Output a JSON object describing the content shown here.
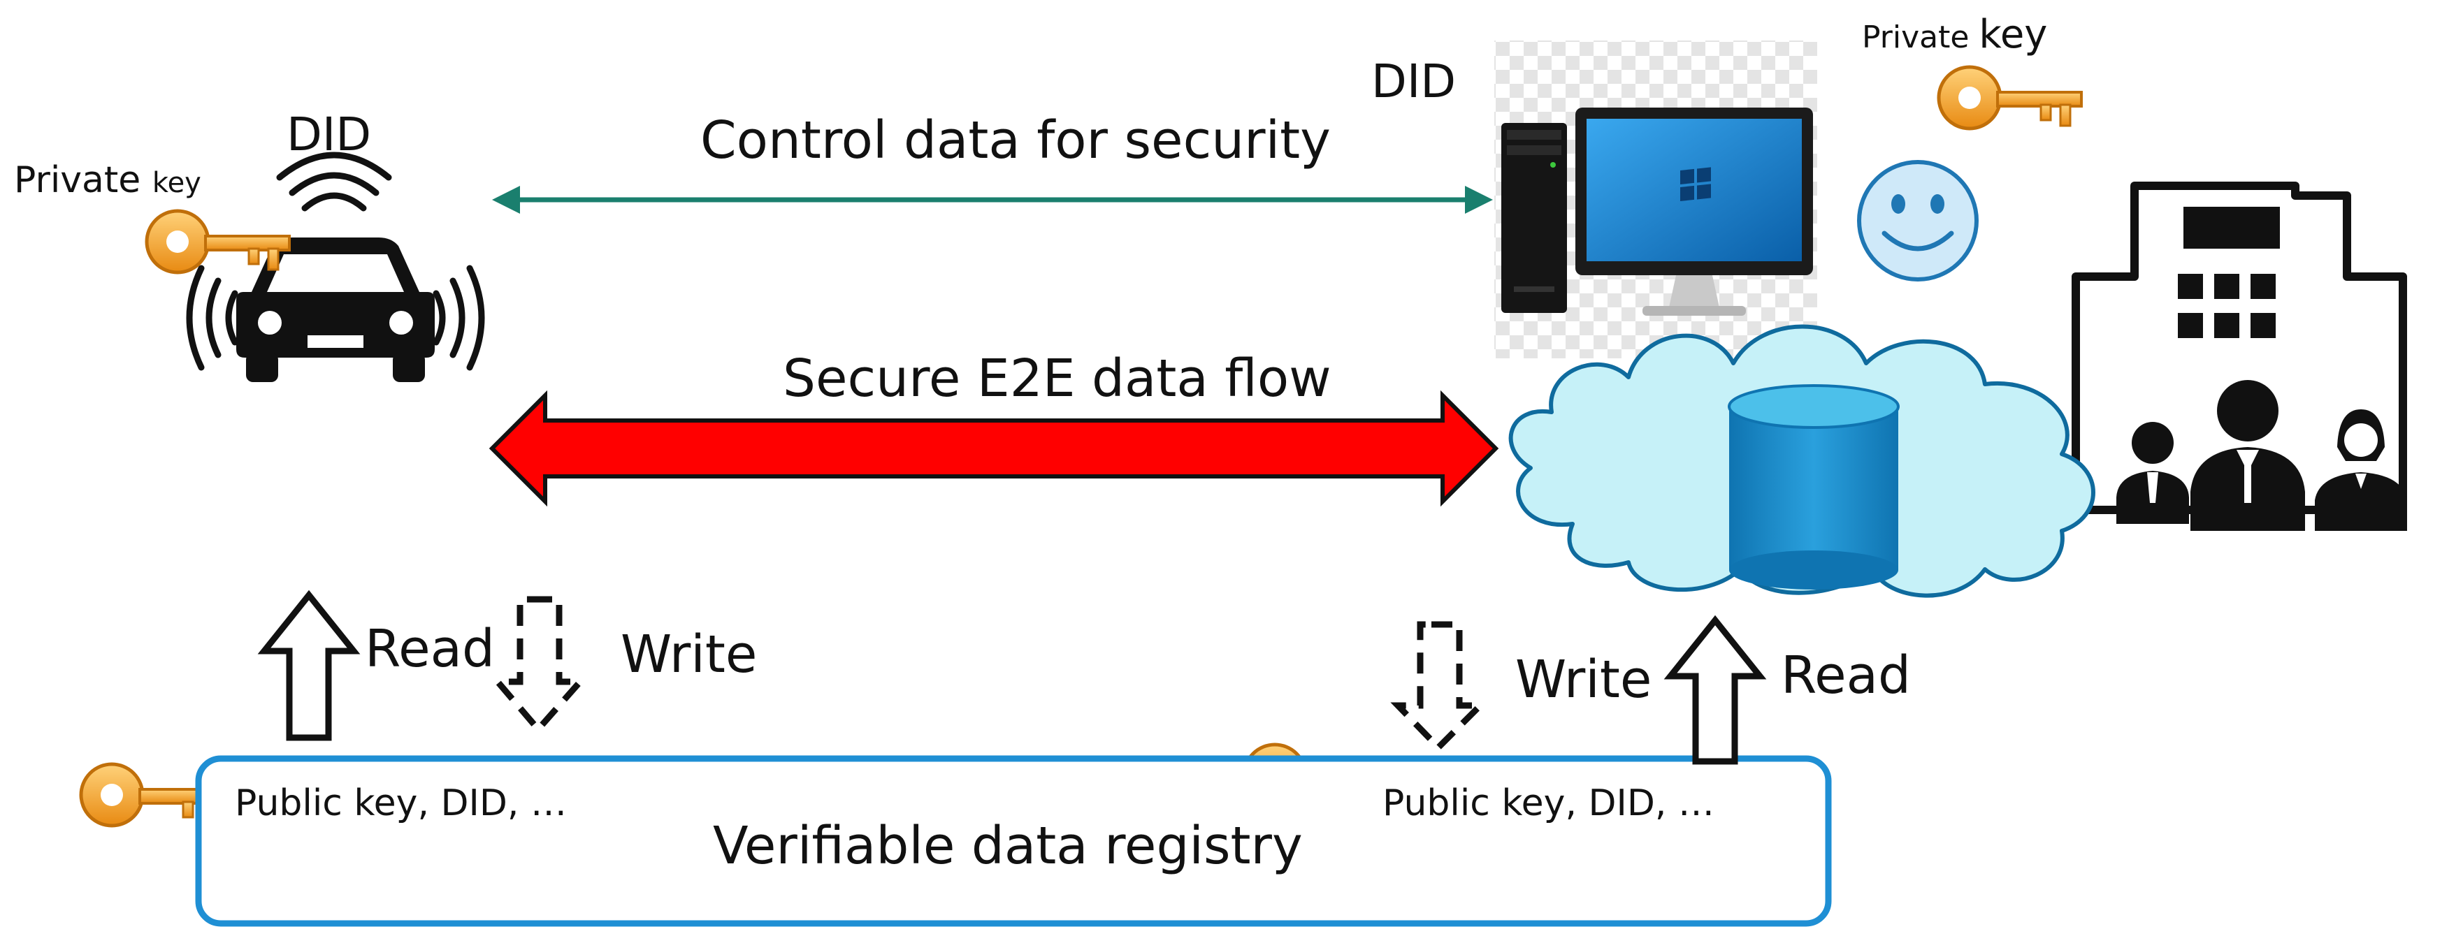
{
  "car": {
    "did_label": "DID",
    "private_key_label": "Private",
    "private_key_suffix": "key"
  },
  "server": {
    "did_label": "DID",
    "private_key_label": "Private",
    "private_key_suffix": "key"
  },
  "flows": {
    "control_label": "Control data for security",
    "e2e_label": "Secure E2E data flow"
  },
  "registry": {
    "title": "Verifiable data registry",
    "left_entry": "Public key, DID, …",
    "right_entry": "Public key, DID, …"
  },
  "left_ops": {
    "read": "Read",
    "write": "Write"
  },
  "right_ops": {
    "write": "Write",
    "read": "Read"
  },
  "colors": {
    "control_arrow": "#1a7f6e",
    "e2e_arrow": "#ff0000",
    "registry_border": "#1f8fd4",
    "cloud_fill": "#c6f1f8",
    "cloud_stroke": "#0f6b9e",
    "database": "#1a8ac9",
    "key_orange": "#f5a623",
    "monitor_screen": "#1a8ed6",
    "smiley_fill": "#cfe9f9",
    "smiley_stroke": "#1f77b4"
  }
}
